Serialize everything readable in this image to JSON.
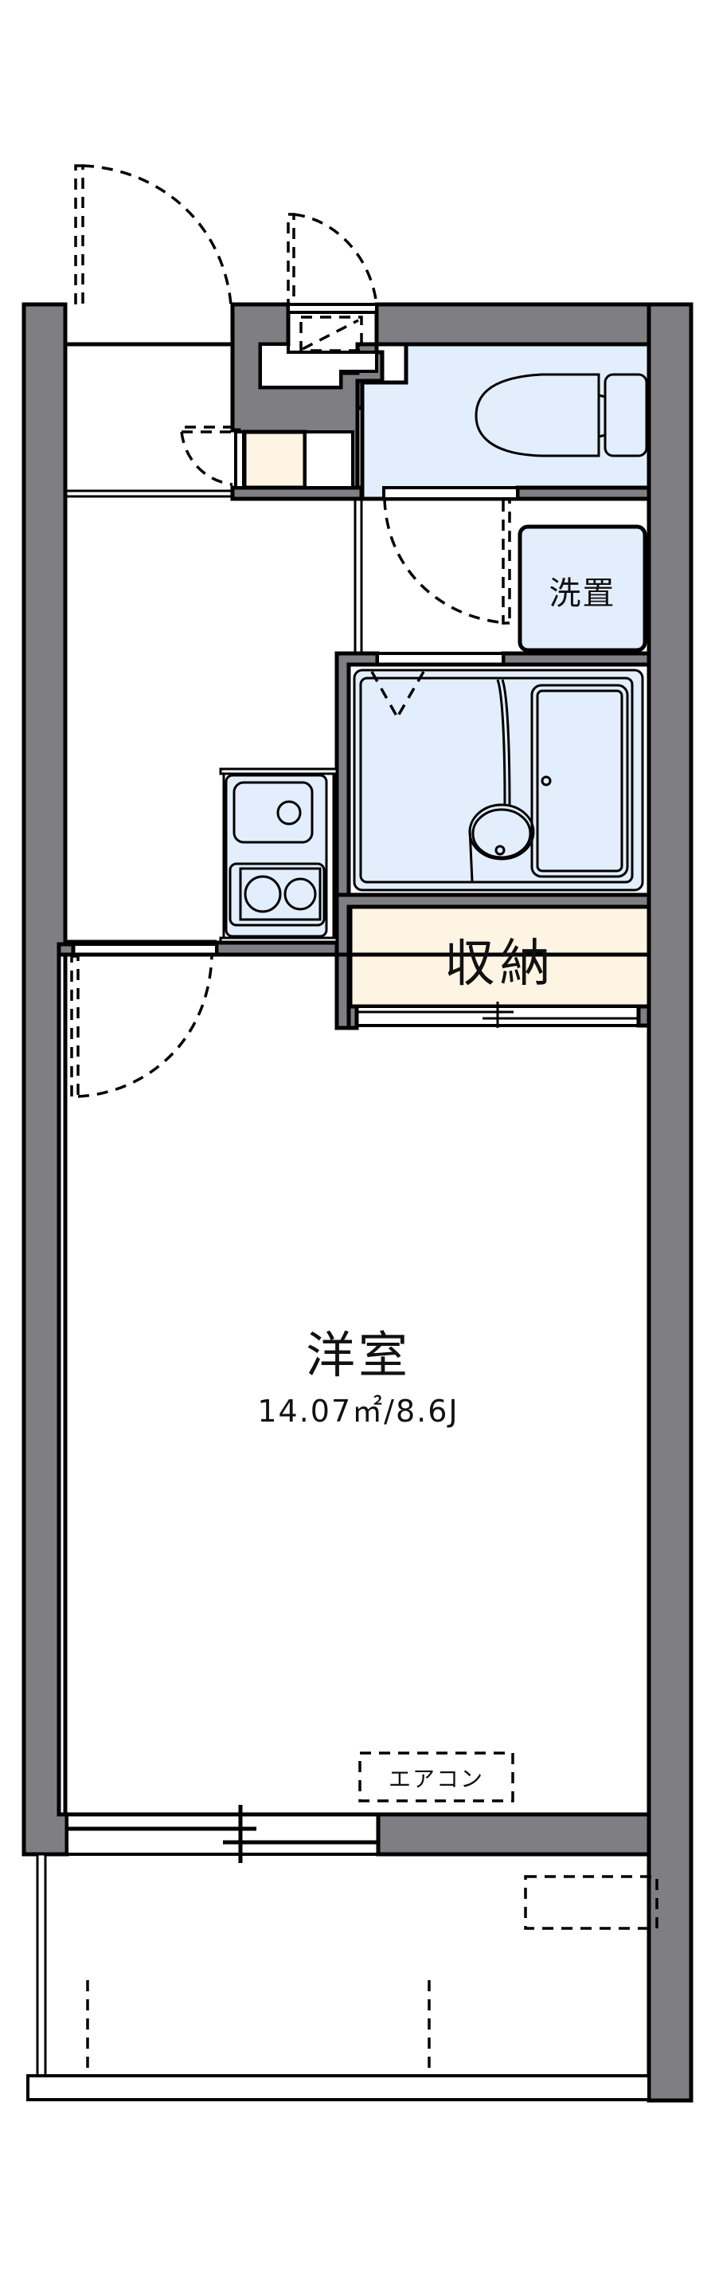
{
  "plan": {
    "colors": {
      "wall": "#7f7e83",
      "wet_area": "#e3eefd",
      "storage": "#fef4e3",
      "line": "#000000",
      "floor": "#ffffff"
    },
    "rooms": {
      "living": {
        "name": "洋室",
        "area": "14.07㎡/8.6J"
      },
      "storage": {
        "name": "収納"
      },
      "washer": {
        "name": "洗置"
      },
      "aircon": {
        "name": "エアコン"
      }
    }
  }
}
